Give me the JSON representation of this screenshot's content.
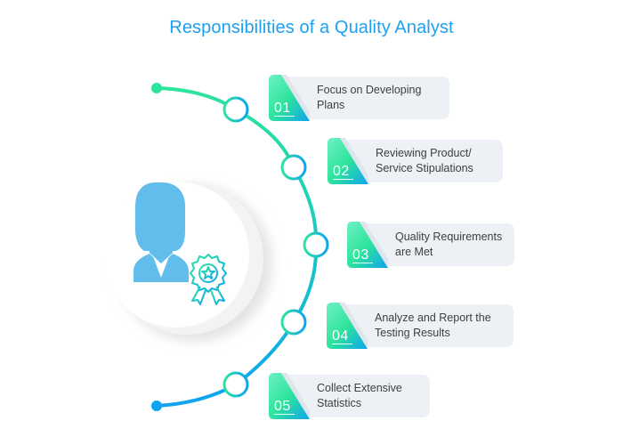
{
  "title": "Responsibilities of a Quality Analyst",
  "colors": {
    "title": "#1ba1f0",
    "gradient_start": "#2de49c",
    "gradient_end": "#10a3ef",
    "avatar": "#62bdec",
    "card_bg": "#edf1f5",
    "card_text": "#3a3f44"
  },
  "center_icon": {
    "person": "woman-silhouette-icon",
    "badge": "award-ribbon-star-icon"
  },
  "steps": [
    {
      "number": "01",
      "line1": "Focus on Developing",
      "line2": "Plans"
    },
    {
      "number": "02",
      "line1": "Reviewing Product/",
      "line2": "Service Stipulations"
    },
    {
      "number": "03",
      "line1": "Quality Requirements",
      "line2": "are Met"
    },
    {
      "number": "04",
      "line1": "Analyze and Report the",
      "line2": "Testing Results"
    },
    {
      "number": "05",
      "line1": "Collect Extensive",
      "line2": "Statistics"
    }
  ]
}
